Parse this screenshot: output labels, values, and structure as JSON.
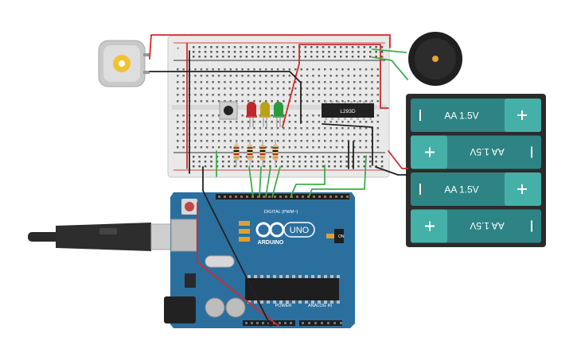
{
  "canvas": {
    "background": "#ffffff"
  },
  "arduino": {
    "brand": "ARDUINO",
    "model": "UNO",
    "digital_header": "DIGITAL (PWM~)",
    "power_header": "POWER",
    "analog_header": "ANALOG IN",
    "on_label": "ON",
    "color": "#2b6f9e"
  },
  "driver_chip": {
    "label": "L293D"
  },
  "leds": [
    {
      "color": "#c0262c"
    },
    {
      "color": "#b8a21a"
    },
    {
      "color": "#2c9a3a"
    }
  ],
  "batteries": [
    {
      "label": "AA 1.5V",
      "flipped": false
    },
    {
      "label": "AA 1.5V",
      "flipped": true
    },
    {
      "label": "AA 1.5V",
      "flipped": false
    },
    {
      "label": "AA 1.5V",
      "flipped": true
    }
  ],
  "battery_style": {
    "body": "#2e8484",
    "terminal": "#45b0a8",
    "case": "#2b2b2b"
  },
  "components": {
    "motor": "dc-motor",
    "buzzer": "piezo-buzzer",
    "usb": "usb-cable",
    "breadboard": "breadboard",
    "resistors": "resistor"
  },
  "wire_colors": {
    "red": "#d32a2a",
    "black": "#222222",
    "green": "#3fae49"
  }
}
